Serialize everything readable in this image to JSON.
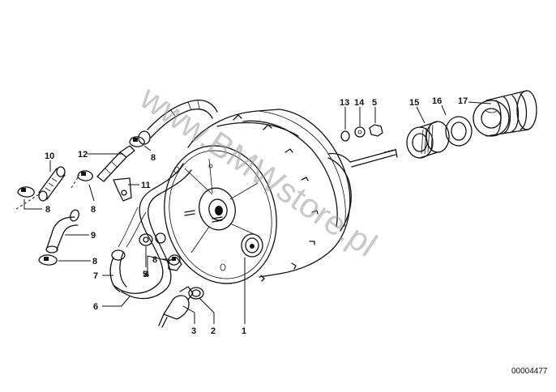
{
  "watermark": "www.BMWstore.pl",
  "diagram_code": "00004477",
  "callouts": [
    {
      "id": "c1",
      "text": "1"
    },
    {
      "id": "c2",
      "text": "2"
    },
    {
      "id": "c3",
      "text": "3"
    },
    {
      "id": "c4",
      "text": "4"
    },
    {
      "id": "c5a",
      "text": "5"
    },
    {
      "id": "c5b",
      "text": "5"
    },
    {
      "id": "c6",
      "text": "6"
    },
    {
      "id": "c7",
      "text": "7"
    },
    {
      "id": "c8a",
      "text": "8"
    },
    {
      "id": "c8b",
      "text": "8"
    },
    {
      "id": "c8c",
      "text": "8"
    },
    {
      "id": "c8d",
      "text": "8"
    },
    {
      "id": "c8e",
      "text": "8"
    },
    {
      "id": "c9",
      "text": "9"
    },
    {
      "id": "c10",
      "text": "10"
    },
    {
      "id": "c11",
      "text": "11"
    },
    {
      "id": "c12",
      "text": "12"
    },
    {
      "id": "c13",
      "text": "13"
    },
    {
      "id": "c14",
      "text": "14"
    },
    {
      "id": "c15",
      "text": "15"
    },
    {
      "id": "c16",
      "text": "16"
    },
    {
      "id": "c17",
      "text": "17"
    }
  ]
}
